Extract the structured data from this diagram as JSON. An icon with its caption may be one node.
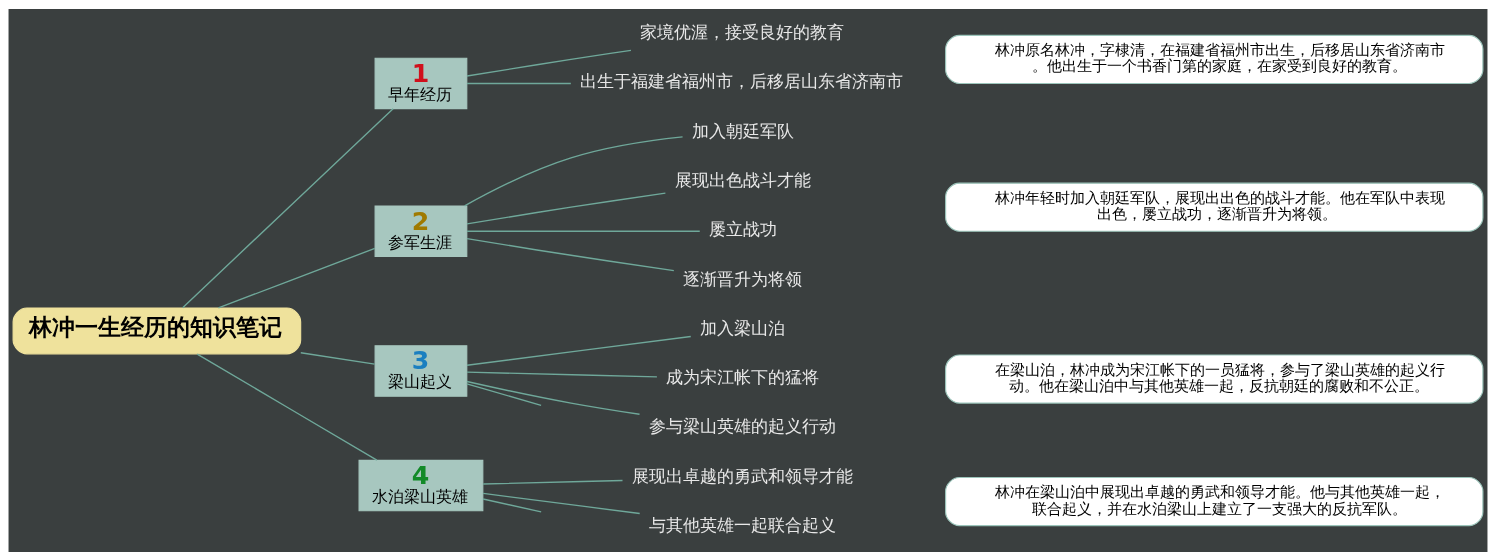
{
  "diagram": {
    "nodes": [
      {
        "text": [
          "林冲一生经历的知识笔记"
        ]
      },
      {
        "text": [
          "1",
          "早年经历"
        ]
      },
      {
        "text": [
          "家境优渥，接受良好的教育"
        ]
      },
      {
        "text": [
          "出生于福建省福州市，后移居山东省济南市"
        ]
      },
      {
        "text": [
          "林冲原名林冲，字棣清，在福建省福州市出生，后移居山东省济南市。他出生于一个书香门第的家庭，在家受到良好的教育。"
        ]
      },
      {
        "text": [
          "2",
          "参军生涯"
        ]
      },
      {
        "text": [
          "加入朝廷军队"
        ]
      },
      {
        "text": [
          "展现出色战斗才能"
        ]
      },
      {
        "text": [
          "屡立战功"
        ]
      },
      {
        "text": [
          "逐渐晋升为将领"
        ]
      },
      {
        "text": [
          "林冲年轻时加入朝廷军队，展现出出色的战斗才能。他在军队中表现出色，屡立战功，逐渐晋升为将领。"
        ]
      },
      {
        "text": [
          "3",
          "梁山起义"
        ]
      },
      {
        "text": [
          "加入梁山泊"
        ]
      },
      {
        "text": [
          "成为宋江帐下的猛将"
        ]
      },
      {
        "text": [
          "参与梁山英雄的起义行动"
        ]
      },
      {
        "text": [
          "在梁山泊，林冲成为宋江帐下的一员猛将，参与了梁山英雄的起义行动。他在梁山泊中与其他英雄一起，反抗朝廷的腐败和不公正。"
        ]
      },
      {
        "text": [
          "4",
          "水泊梁山英雄"
        ]
      },
      {
        "text": [
          "展现出卓越的勇武和领导才能"
        ]
      },
      {
        "text": [
          "与其他英雄一起联合起义"
        ]
      },
      {
        "text": [
          "林冲在梁山泊中展现出卓越的勇武和领导才能。他与其他英雄一起，联合起义，并在水泊梁山上建立了一支强大的反抗军队。"
        ]
      }
    ],
    "edges": [
      {
        "from": 0,
        "to": 1,
        "arrow": "none"
      },
      {
        "from": 0,
        "to": 5,
        "arrow": "none"
      },
      {
        "from": 0,
        "to": 11,
        "arrow": "none"
      },
      {
        "from": 0,
        "to": 16,
        "arrow": "none"
      },
      {
        "from": 1,
        "to": 2,
        "arrow": "none"
      },
      {
        "from": 1,
        "to": 3,
        "arrow": "none"
      },
      {
        "from": 5,
        "to": 6,
        "arrow": "none"
      },
      {
        "from": 5,
        "to": 7,
        "arrow": "none"
      },
      {
        "from": 5,
        "to": 8,
        "arrow": "none"
      },
      {
        "from": 5,
        "to": 9,
        "arrow": "none"
      },
      {
        "from": 11,
        "to": 12,
        "arrow": "none"
      },
      {
        "from": 11,
        "to": 13,
        "arrow": "none"
      },
      {
        "from": 11,
        "to": 14,
        "arrow": "none"
      },
      {
        "from": 11,
        "to": null,
        "arrow": "none"
      },
      {
        "from": 16,
        "to": 17,
        "arrow": "none"
      },
      {
        "from": 16,
        "to": 18,
        "arrow": "none"
      },
      {
        "from": 16,
        "to": null,
        "arrow": "none"
      }
    ]
  }
}
